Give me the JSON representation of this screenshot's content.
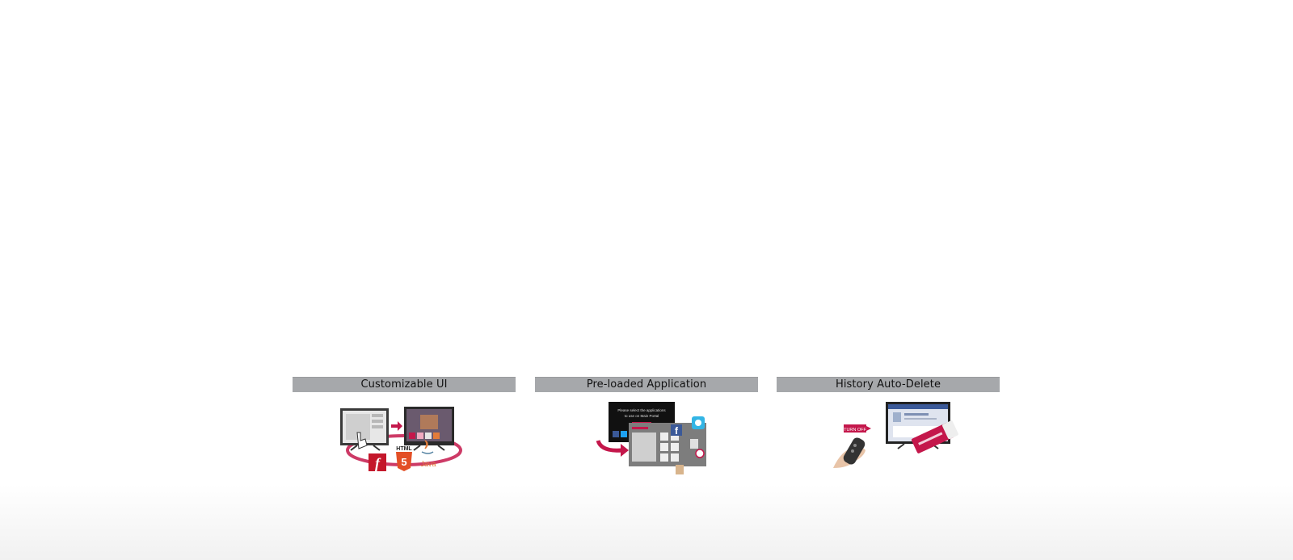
{
  "features": [
    {
      "title": "Customizable UI",
      "icons": [
        "tv-monitor-icon",
        "flash-icon",
        "html5-icon",
        "java-icon"
      ],
      "badges": {
        "html": "HTML",
        "five": "5",
        "java": "Java",
        "flash": "f"
      }
    },
    {
      "title": "Pre-loaded Application",
      "icons": [
        "tv-monitor-icon",
        "facebook-icon",
        "twitter-icon"
      ],
      "screen_text_1": "Please select the applications",
      "screen_text_2": "to use on Main Portal"
    },
    {
      "title": "History Auto-Delete",
      "icons": [
        "remote-control-icon",
        "tv-monitor-icon",
        "eraser-icon"
      ],
      "tag": "TURN OFF"
    }
  ],
  "colors": {
    "bar": "#a6a8ab",
    "accent": "#c4174b"
  }
}
